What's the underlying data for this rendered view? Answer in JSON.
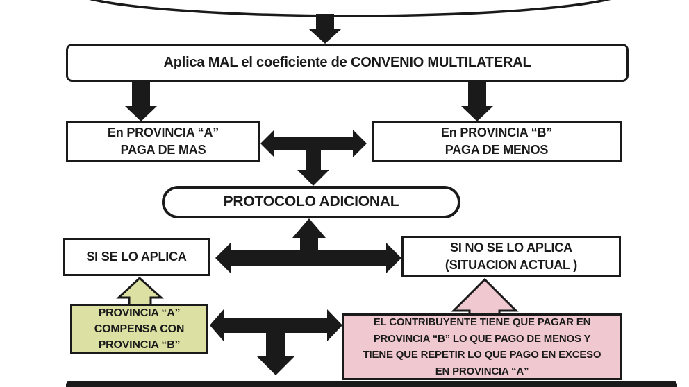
{
  "diagram": {
    "type": "flowchart",
    "language": "es",
    "colors": {
      "ink": "#1a1a1a",
      "box_fill": "#ffffff",
      "olive_fill": "#dce0a3",
      "pink_fill": "#f0c9d0"
    },
    "boxes": {
      "aplica": {
        "label": "Aplica MAL  el coeficiente de CONVENIO MULTILATERAL"
      },
      "prov_a": {
        "line1": "En PROVINCIA  “A”",
        "line2": "PAGA DE MAS"
      },
      "prov_b": {
        "line1": "En PROVINCIA “B”",
        "line2": "PAGA DE MENOS"
      },
      "protocolo": {
        "label": "PROTOCOLO ADICIONAL"
      },
      "si_aplica": {
        "label": "SI SE LO APLICA"
      },
      "no_aplica": {
        "line1": "SI NO SE LO APLICA",
        "line2": "(SITUACION ACTUAL )"
      },
      "compensa": {
        "line1": "PROVINCIA “A”",
        "line2": "COMPENSA CON",
        "line3": "PROVINCIA “B”"
      },
      "contribuyente": {
        "line1": "EL CONTRIBUYENTE TIENE QUE PAGAR EN",
        "line2": "PROVINCIA “B” LO QUE PAGO DE MENOS Y",
        "line3": "TIENE QUE REPETIR LO QUE PAGO EN EXCESO",
        "line4": "EN PROVINCIA “A”"
      }
    }
  }
}
